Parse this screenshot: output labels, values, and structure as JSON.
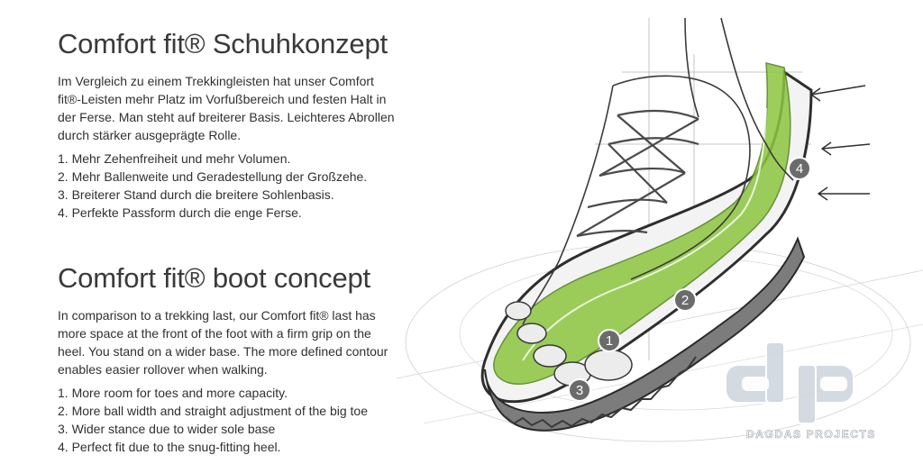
{
  "german": {
    "title": "Comfort fit® Schuhkonzept",
    "paragraph_lines": [
      "Im Vergleich zu einem Trekkingleisten hat unser Comfort",
      "fit®-Leisten mehr Platz im Vorfußbereich und festen Halt in",
      "der Ferse. Man steht auf breiterer Basis. Leichteres Abrollen",
      "durch stärker ausgeprägte Rolle."
    ],
    "items": [
      "1. Mehr Zehenfreiheit und mehr Volumen.",
      "2. Mehr Ballenweite und Geradestellung der Großzehe.",
      "3. Breiterer Stand durch die breitere Sohlenbasis.",
      "4. Perfekte Passform durch die enge Ferse."
    ]
  },
  "english": {
    "title": "Comfort fit® boot concept",
    "paragraph_lines": [
      "In comparison to a trekking last, our Comfort fit® last has",
      "more space at the front of the foot with a firm grip on the",
      "heel. You stand on a wider base. The more defined contour",
      "enables easier rollover when walking."
    ],
    "items": [
      "1. More room for toes and more capacity.",
      "2. More ball width and straight adjustment of the big toe",
      "3. Wider stance due to wider sole base",
      "4. Perfect fit due to the snug-fitting heel."
    ]
  },
  "illustration": {
    "markers": [
      "1",
      "2",
      "3",
      "4"
    ],
    "accent_color": "#8cc63f",
    "marker_color": "#6b6b6b"
  },
  "logo": {
    "letters": "dp",
    "text": "DAGDAS PROJECTS"
  }
}
